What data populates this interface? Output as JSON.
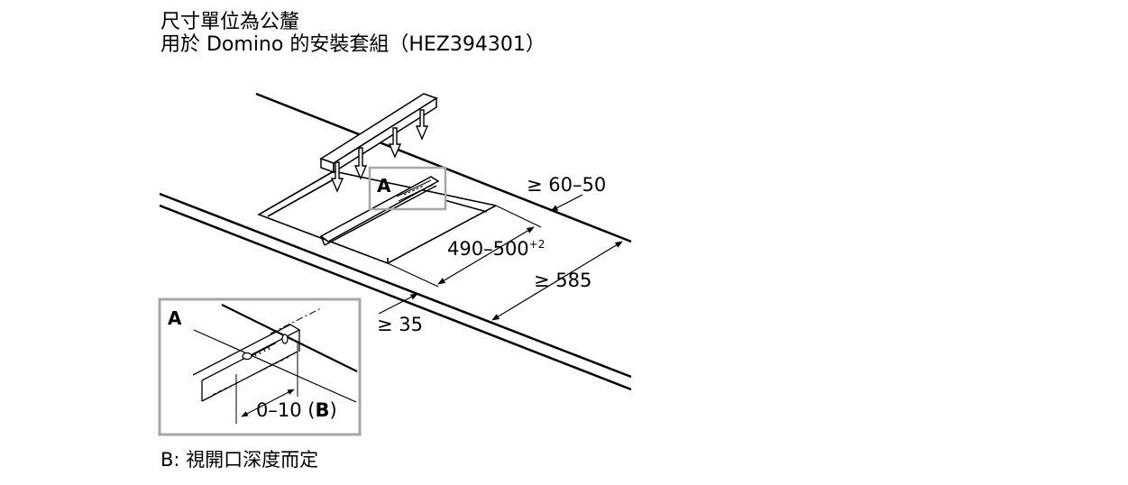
{
  "header": {
    "line1": "尺寸單位為公釐",
    "line2": "用於 Domino 的安裝套組（HEZ394301）"
  },
  "labels": {
    "callout_a": "A",
    "detail_a": "A",
    "dim_60_50": "≥ 60–50",
    "dim_490_500": "490–500",
    "dim_490_500_sup": "+2",
    "dim_585": "≥ 585",
    "dim_35": "≥ 35",
    "dim_0_10": "0–10 (",
    "dim_0_10_b": "B",
    "dim_0_10_close": ")"
  },
  "caption": "B: 視開口深度而定",
  "colors": {
    "line": "#000000",
    "frame": "#a6a6a6"
  },
  "icons": [
    "down-arrow-icon",
    "screw-icon"
  ]
}
